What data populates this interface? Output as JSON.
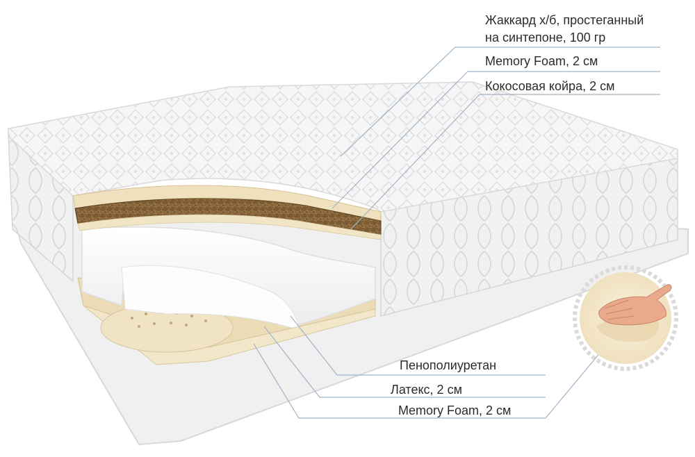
{
  "labels": {
    "jacquard_line1": "Жаккард х/б, простеганный",
    "jacquard_line2": "на синтепоне, 100 гр",
    "memory_foam_top": "Memory Foam, 2 см",
    "coconut": "Кокосовая койра, 2 см",
    "polyurethane": "Пенополиуретан",
    "latex": "Латекс, 2 см",
    "memory_foam_bottom": "Memory Foam, 2 см"
  },
  "colors": {
    "leader_line": "#9fb4c8",
    "fabric": "#f4f4f4",
    "coconut": "#7a5a33",
    "foam": "#efe3c4",
    "polyurethane": "#ffffff"
  }
}
